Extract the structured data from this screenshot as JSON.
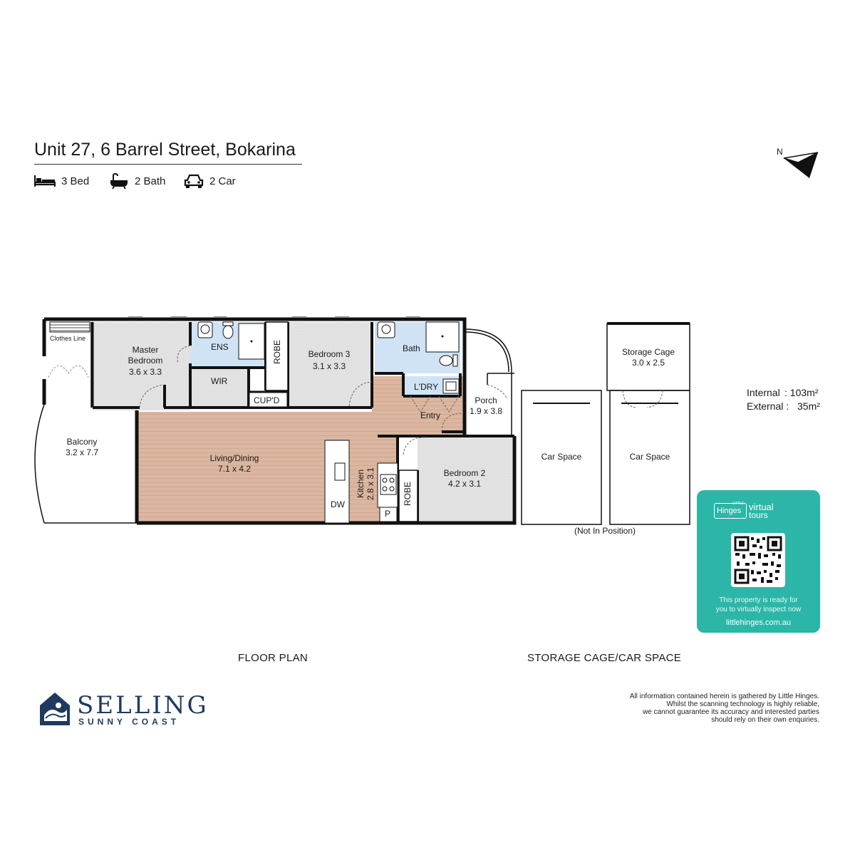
{
  "header": {
    "title": "Unit 27, 6 Barrel Street, Bokarina",
    "features": [
      {
        "icon": "bed-icon",
        "label": "3 Bed"
      },
      {
        "icon": "bath-icon",
        "label": "2 Bath"
      },
      {
        "icon": "car-icon",
        "label": "2 Car"
      }
    ]
  },
  "compass": {
    "label": "N"
  },
  "areas": {
    "internal_label": "Internal",
    "internal_value": ": 103m²",
    "external_label": "External :",
    "external_value": "35m²"
  },
  "rooms": {
    "clothes_line": "Clothes Line",
    "master_name": "Master\nBedroom",
    "master_size": "3.6 x 3.3",
    "ens": "ENS",
    "wir": "WIR",
    "robe1": "ROBE",
    "cupd": "CUP'D",
    "bed3_name": "Bedroom 3",
    "bed3_size": "3.1 x 3.3",
    "bath": "Bath",
    "ldry": "L'DRY",
    "entry": "Entry",
    "porch_name": "Porch",
    "porch_size": "1.9 x 3.8",
    "balcony_name": "Balcony",
    "balcony_size": "3.2 x 7.7",
    "living_name": "Living/Dining",
    "living_size": "7.1 x 4.2",
    "kitchen": "Kitchen\n2.8 x 3.1",
    "dw": "DW",
    "p": "P",
    "robe2": "ROBE",
    "bed2_name": "Bedroom 2",
    "bed2_size": "4.2 x 3.1",
    "storage_name": "Storage Cage",
    "storage_size": "3.0 x 2.5",
    "car1": "Car Space",
    "car2": "Car Space",
    "not_in_position": "(Not In Position)"
  },
  "captions": {
    "floor_plan": "FLOOR PLAN",
    "storage": "STORAGE CAGE/CAR SPACE"
  },
  "virtual_tour": {
    "brand_small": "LITTLE",
    "brand": "Hinges",
    "product_1": "virtual",
    "product_2": "tours",
    "message": "This property is ready for\nyou to virtually inspect now",
    "url": "littlehinges.com.au"
  },
  "disclaimer": "All information contained herein is gathered by Little Hinges.\nWhilst the scanning technology is highly reliable,\nwe cannot guarantee its accuracy and interested parties\nshould rely on their own enquiries.",
  "brand": {
    "name": "SELLING",
    "sub": "SUNNY COAST"
  },
  "colors": {
    "floor_wood": "#d9b49e",
    "floor_carpet": "#e0e0e0",
    "wet_area": "#cfe3f5",
    "wall": "#111111",
    "teal": "#2bb6a8",
    "brand_navy": "#1f3a5f"
  }
}
